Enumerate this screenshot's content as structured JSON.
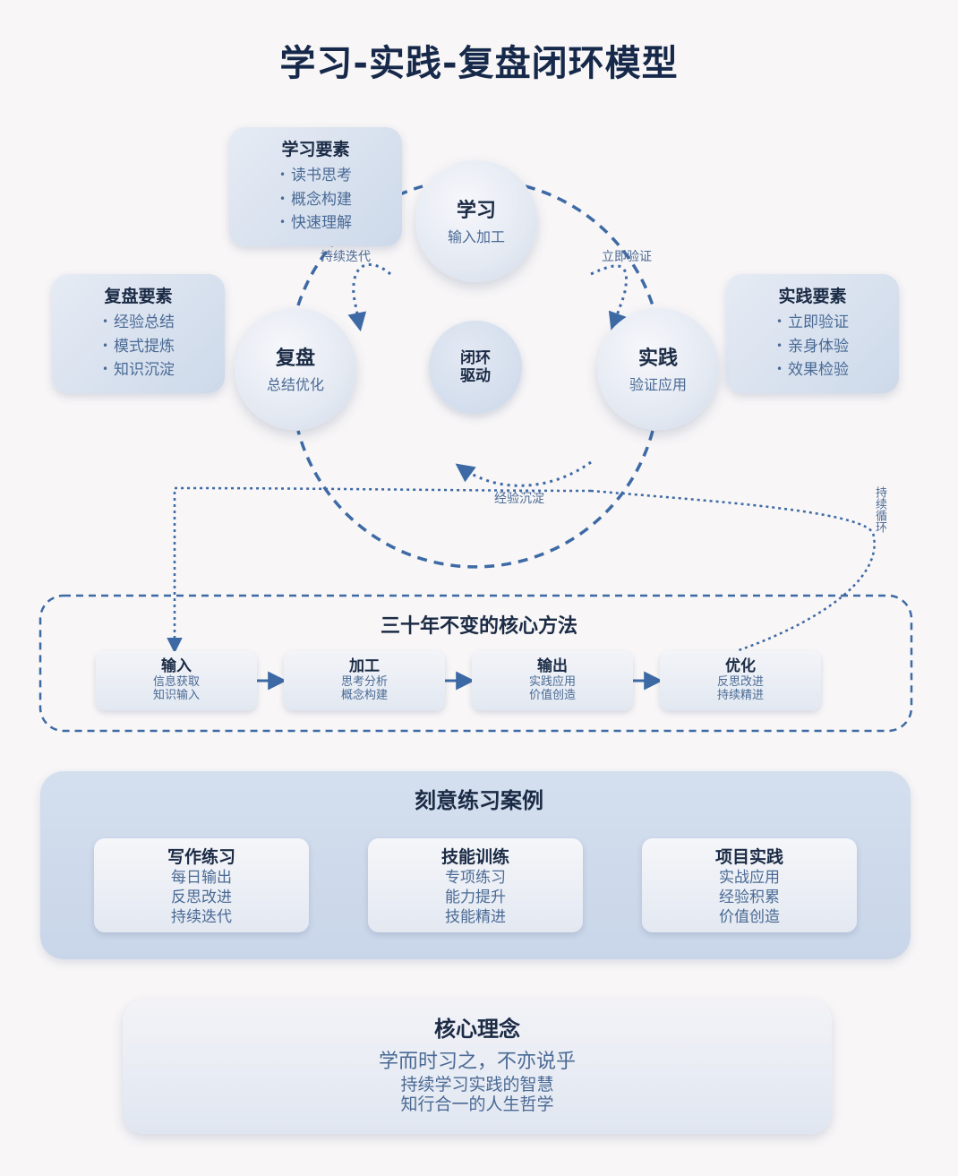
{
  "title": "学习-实践-复盘闭环模型",
  "elements": {
    "learn": {
      "title": "学习要素",
      "items": [
        "读书思考",
        "概念构建",
        "快速理解"
      ]
    },
    "review": {
      "title": "复盘要素",
      "items": [
        "经验总结",
        "模式提炼",
        "知识沉淀"
      ]
    },
    "practice": {
      "title": "实践要素",
      "items": [
        "立即验证",
        "亲身体验",
        "效果检验"
      ]
    }
  },
  "nodes": {
    "learn": {
      "title": "学习",
      "sub": "输入加工"
    },
    "review": {
      "title": "复盘",
      "sub": "总结优化"
    },
    "practice": {
      "title": "实践",
      "sub": "验证应用"
    },
    "center": {
      "line1": "闭环",
      "line2": "驱动"
    }
  },
  "edges": {
    "iterate": "持续迭代",
    "verify": "立即验证",
    "settle": "经验沉淀",
    "cycle": "持续循环"
  },
  "method": {
    "title": "三十年不变的核心方法",
    "steps": [
      {
        "title": "输入",
        "lines": [
          "信息获取",
          "知识输入"
        ]
      },
      {
        "title": "加工",
        "lines": [
          "思考分析",
          "概念构建"
        ]
      },
      {
        "title": "输出",
        "lines": [
          "实践应用",
          "价值创造"
        ]
      },
      {
        "title": "优化",
        "lines": [
          "反思改进",
          "持续精进"
        ]
      }
    ]
  },
  "cases": {
    "title": "刻意练习案例",
    "items": [
      {
        "title": "写作练习",
        "lines": [
          "每日输出",
          "反思改进",
          "持续迭代"
        ]
      },
      {
        "title": "技能训练",
        "lines": [
          "专项练习",
          "能力提升",
          "技能精进"
        ]
      },
      {
        "title": "项目实践",
        "lines": [
          "实战应用",
          "经验积累",
          "价值创造"
        ]
      }
    ]
  },
  "core": {
    "title": "核心理念",
    "main": "学而时习之，不亦说乎",
    "lines": [
      "持续学习实践的智慧",
      "知行合一的人生哲学"
    ]
  },
  "colors": {
    "accent": "#3d6aa5",
    "text_dark": "#1b2b45",
    "text_muted": "#4a6a95",
    "background": "#f8f6f7"
  }
}
